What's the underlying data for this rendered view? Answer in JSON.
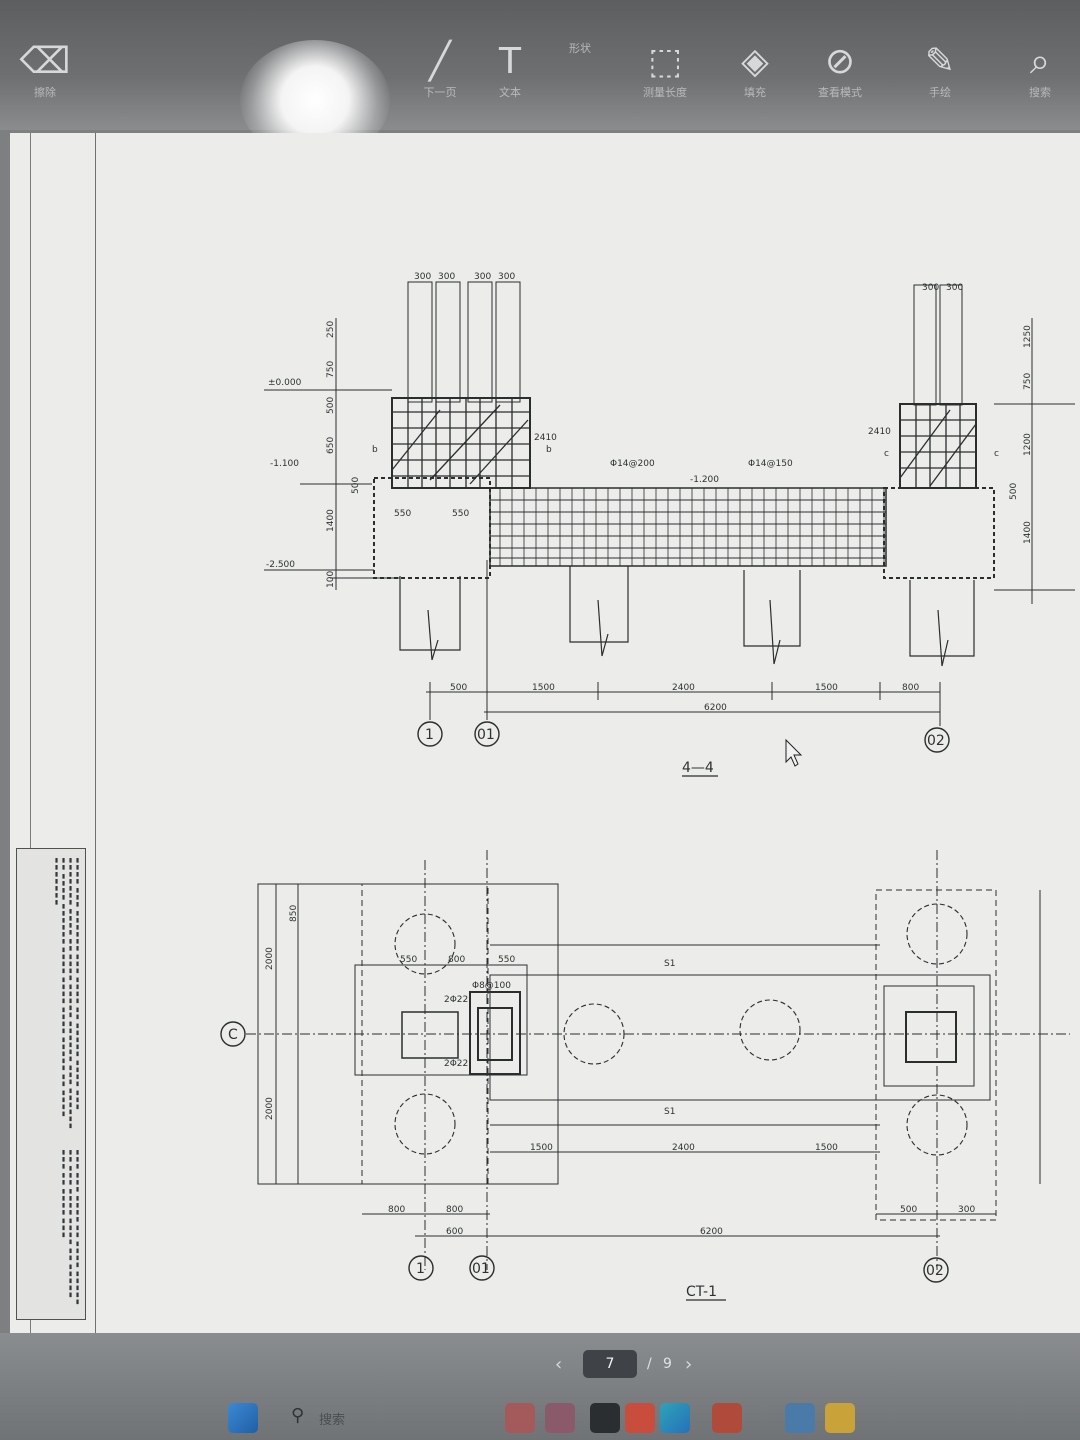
{
  "toolbar": {
    "items": [
      {
        "icon": "eraser-icon",
        "label": "擦除"
      },
      {
        "icon": "pen-icon",
        "label": "下一页"
      },
      {
        "icon": "text-icon",
        "label": "文本"
      },
      {
        "icon": "shape-icon",
        "label": "形状"
      },
      {
        "icon": "measure-icon",
        "label": "测量长度"
      },
      {
        "icon": "fill-icon",
        "label": "填充"
      },
      {
        "icon": "eye-icon",
        "label": "查看模式"
      },
      {
        "icon": "draw-icon",
        "label": "手绘"
      },
      {
        "icon": "search-icon",
        "label": "搜索"
      }
    ]
  },
  "drawing": {
    "section_top": {
      "title": "4—4",
      "axes": [
        "1",
        "01",
        "02"
      ],
      "dims_bottom": [
        "500",
        "1500",
        "2400",
        "1500",
        "800",
        "6200"
      ],
      "dims_top_left": [
        "300",
        "300",
        "300",
        "300"
      ],
      "dims_top_right": [
        "300",
        "300"
      ],
      "levels": [
        "±0.000",
        "-1.100",
        "-2.500"
      ],
      "rebar_notes": [
        "2410",
        "2410",
        "Φ14@200",
        "Φ14@150",
        "-1.200",
        "550",
        "550",
        "b",
        "b",
        "c",
        "c"
      ],
      "dims_left_vertical": [
        "250",
        "750",
        "500",
        "650",
        "500",
        "1400",
        "100"
      ],
      "dims_right_vertical": [
        "1250",
        "750",
        "1200",
        "500",
        "1400"
      ]
    },
    "plan_bottom": {
      "title": "CT-1",
      "axes": [
        "1",
        "01",
        "02",
        "C"
      ],
      "dims": [
        "550",
        "800",
        "550",
        "2000",
        "2000",
        "850",
        "1500",
        "2400",
        "1500",
        "800",
        "800",
        "600",
        "6200",
        "500",
        "300"
      ],
      "labels": [
        "S1",
        "S1",
        "2Φ22",
        "2Φ22",
        "Φ8@100"
      ]
    }
  },
  "pager": {
    "current": "7",
    "separator": "/",
    "total": "9"
  },
  "taskbar": {
    "search_label": "搜索"
  }
}
